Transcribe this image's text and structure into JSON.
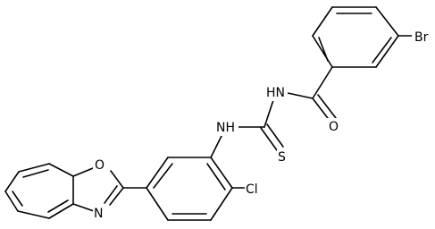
{
  "diagram": {
    "type": "chemical-structure",
    "colors": {
      "bond": "#000000",
      "label": "#000000",
      "background": "#ffffff"
    },
    "atom_labels": {
      "br": "Br",
      "o_carbonyl": "O",
      "nh_amide": "HN",
      "nh_amine": "NH",
      "s": "S",
      "cl": "Cl",
      "o_oxazole": "O",
      "n_oxazole": "N"
    }
  }
}
